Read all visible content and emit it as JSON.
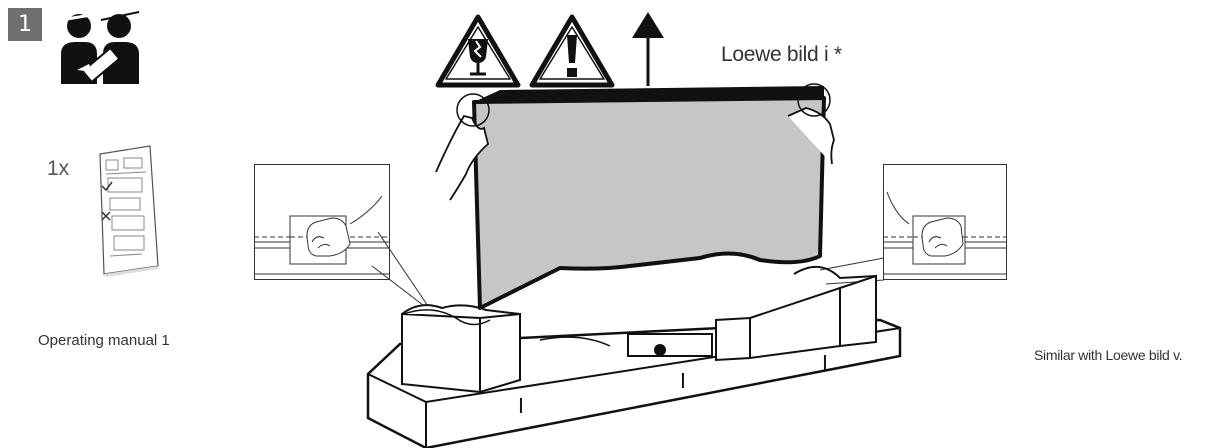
{
  "step": {
    "number": "1"
  },
  "manual": {
    "quantity": "1x",
    "caption": "Operating manual 1"
  },
  "product": {
    "model_label": "Loewe bild i *"
  },
  "footnote": {
    "similar": "Similar with Loewe bild v."
  },
  "icons": [
    "two-persons-icon",
    "fragile-glass-icon",
    "warning-icon",
    "arrow-up-icon"
  ],
  "colors": {
    "badge": "#6f6f6f",
    "screen": "#c6c6c6",
    "line": "#1a1a1a",
    "box": "#f2f2f2"
  }
}
